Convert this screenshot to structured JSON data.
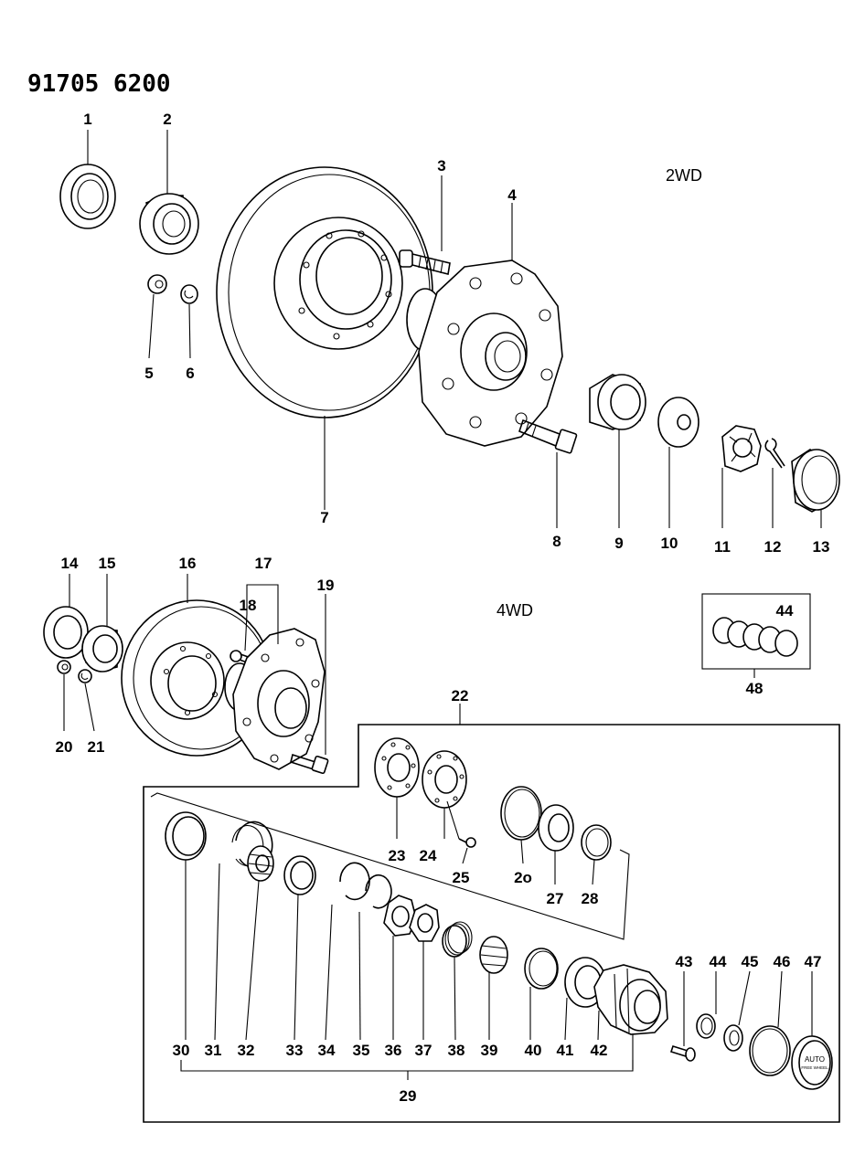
{
  "document_id": "91705 6200",
  "variant_labels": {
    "two_wd": "2WD",
    "four_wd": "4WD"
  },
  "callouts": {
    "c1": "1",
    "c2": "2",
    "c3": "3",
    "c4": "4",
    "c5": "5",
    "c6": "6",
    "c7": "7",
    "c8": "8",
    "c9": "9",
    "c10": "10",
    "c11": "11",
    "c12": "12",
    "c13": "13",
    "c14": "14",
    "c15": "15",
    "c16": "16",
    "c17": "17",
    "c18": "18",
    "c19": "19",
    "c20": "20",
    "c21": "21",
    "c22": "22",
    "c23": "23",
    "c24": "24",
    "c25": "25",
    "c20b": "2o",
    "c27": "27",
    "c28": "28",
    "c29": "29",
    "c30": "30",
    "c31": "31",
    "c32": "32",
    "c33": "33",
    "c34": "34",
    "c35": "35",
    "c36": "36",
    "c37": "37",
    "c38": "38",
    "c39": "39",
    "c40": "40",
    "c41": "41",
    "c42": "42",
    "c43": "43",
    "c44a": "44",
    "c44b": "44",
    "c45": "45",
    "c46": "46",
    "c47": "47",
    "c48": "48"
  },
  "cap_marking": {
    "line1": "AUTO",
    "line2": "FREE WHEEL"
  }
}
